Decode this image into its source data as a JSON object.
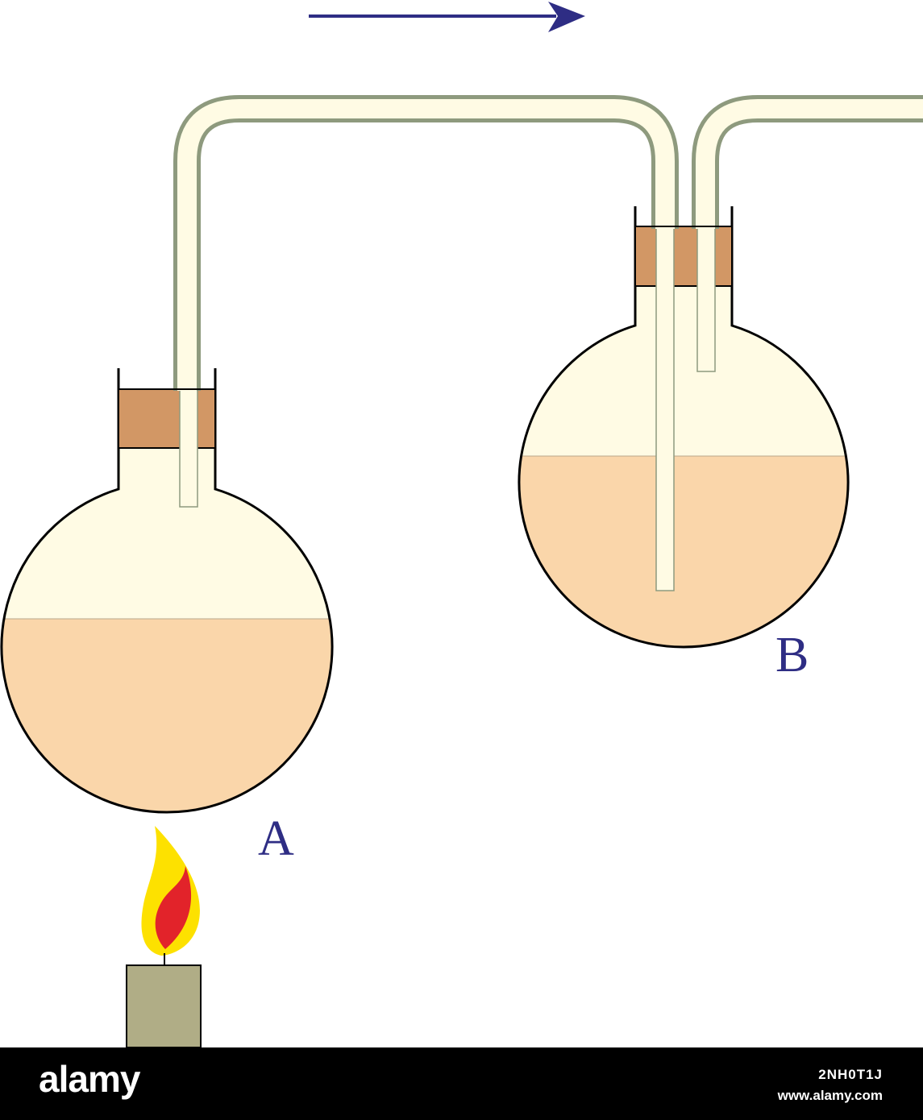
{
  "labels": {
    "flask_a": "A",
    "flask_b": "B"
  },
  "watermark": {
    "brand": "alamy",
    "image_id": "2NH0T1J",
    "url": "www.alamy.com"
  },
  "colors": {
    "label": "#2e2d84",
    "arrow": "#2e2d84",
    "liquid": "#fad6aa",
    "vapor": "#fffbe4",
    "glass_tube_fill": "#fffbe4",
    "glass_tube_wall": "#8e9a7e",
    "stopper": "#d29765",
    "flame_outer": "#fde100",
    "flame_inner": "#e2232a",
    "burner": "#b0ad86",
    "outline": "#000000"
  },
  "icons": {
    "flow_direction": "arrow-right-icon",
    "heat_source": "flame-icon"
  }
}
